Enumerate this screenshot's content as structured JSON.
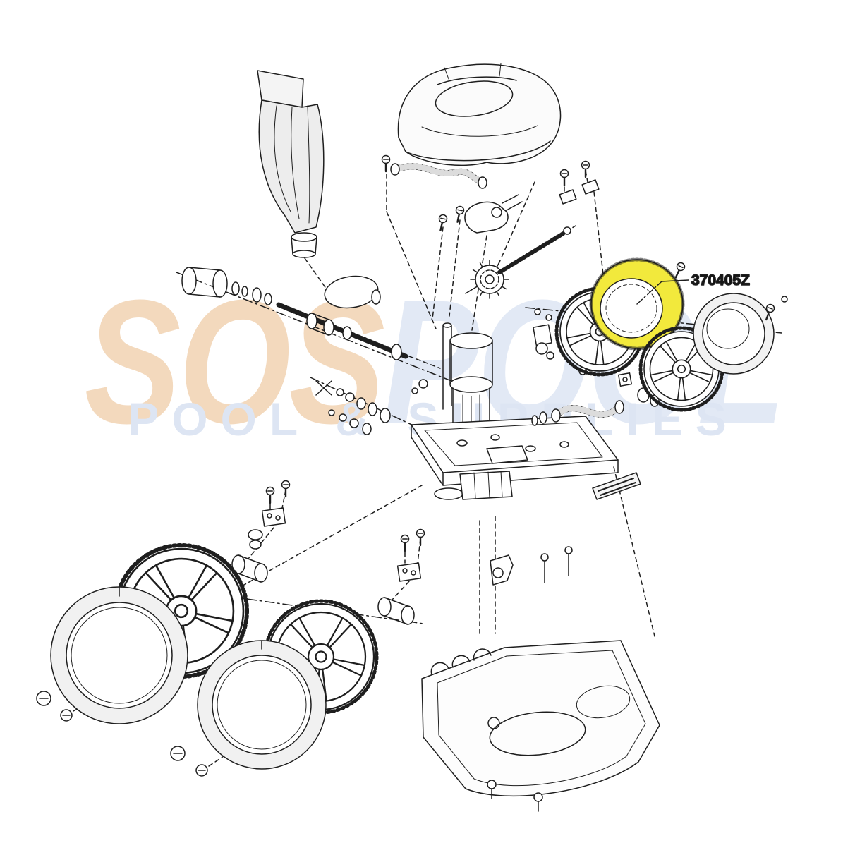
{
  "page": {
    "background_color": "#ffffff"
  },
  "watermark": {
    "word_primary": "SOS",
    "word_secondary": "POOL",
    "subtitle": "POOL & SUPPLIES",
    "primary_color": "#f3d9bd",
    "secondary_color": "#dde5f3"
  },
  "diagram": {
    "type": "exploded-parts-diagram",
    "subject": "pool-cleaner",
    "part_label": "370405Z",
    "highlighted_part": "tire",
    "highlight_color": "#f2e93c",
    "line_color": "#1e1e1e"
  }
}
